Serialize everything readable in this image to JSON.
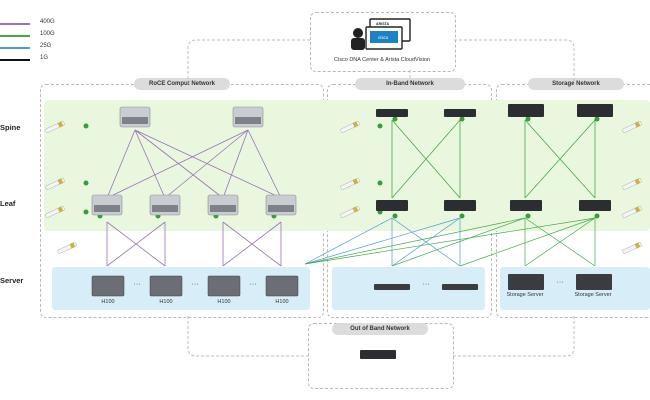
{
  "legend": [
    {
      "label": "400G",
      "color": "#9a72b8"
    },
    {
      "label": "100G",
      "color": "#48a848"
    },
    {
      "label": "25G",
      "color": "#4a9bd6"
    },
    {
      "label": "1G",
      "color": "#111111"
    }
  ],
  "tiers": {
    "spine": "Spine",
    "leaf": "Leaf",
    "server": "Server"
  },
  "management": {
    "caption": "Cisco DNA Center & Arista CloudVision",
    "arista_logo": "ARISTA",
    "cisco_logo": "cisco"
  },
  "networks": {
    "roce": "RoCE Comput Network",
    "inband": "In-Band Network",
    "storage": "Storage Network",
    "oob": "Out of Band Network"
  },
  "servers": {
    "gpu_label": "H100",
    "storage_label": "Storage Server",
    "ellipsis": "···"
  },
  "colors": {
    "green_band": "#e9f7df",
    "blue_band": "#d7eef8",
    "port_badge": "#3a9b3a"
  }
}
